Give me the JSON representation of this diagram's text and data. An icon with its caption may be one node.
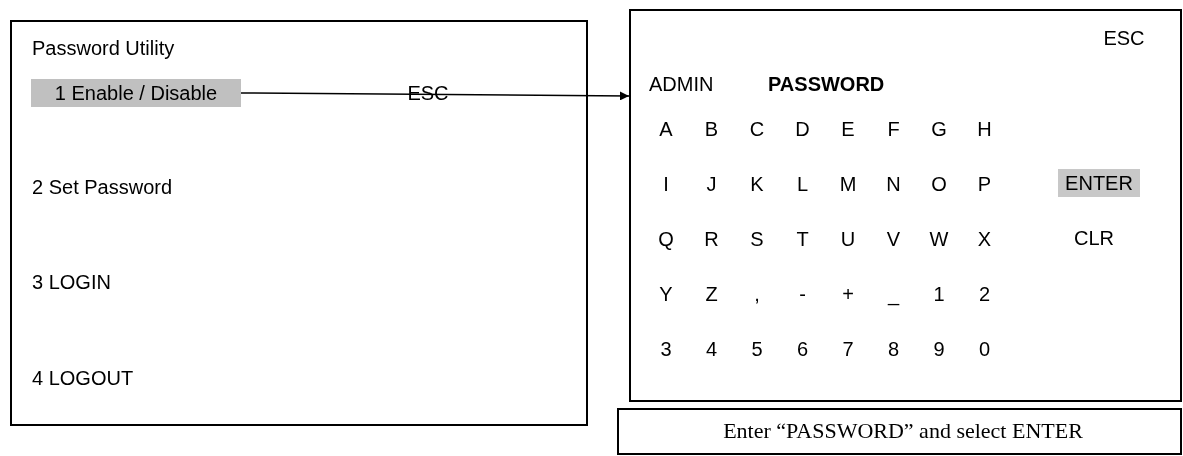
{
  "diagram": {
    "nodes": [
      {
        "text": [
          "Password Utility",
          "ESC",
          "2 Set Password",
          "3 LOGIN",
          "4 LOGOUT"
        ]
      },
      {
        "text": [
          "1 Enable / Disable"
        ],
        "in": 0
      },
      {
        "text": [
          "ESC",
          "ADMIN",
          "PASSWORD",
          "A",
          "B",
          "C",
          "D",
          "E",
          "F",
          "G",
          "H",
          "I",
          "J",
          "K",
          "L",
          "M",
          "N",
          "O",
          "P",
          "Q",
          "R",
          "S",
          "T",
          "U",
          "V",
          "W",
          "X",
          "Y",
          "Z",
          ",",
          "-",
          "+",
          "_",
          "1",
          "2",
          "3",
          "4",
          "5",
          "6",
          "7",
          "8",
          "9",
          "0",
          "CLR"
        ]
      },
      {
        "text": [
          "ENTER"
        ],
        "in": 2
      },
      {
        "text": [
          "Enter “PASSWORD” and select ENTER"
        ]
      }
    ],
    "edges": [
      {
        "from": 1,
        "to": 2,
        "arrow": "to"
      }
    ]
  }
}
